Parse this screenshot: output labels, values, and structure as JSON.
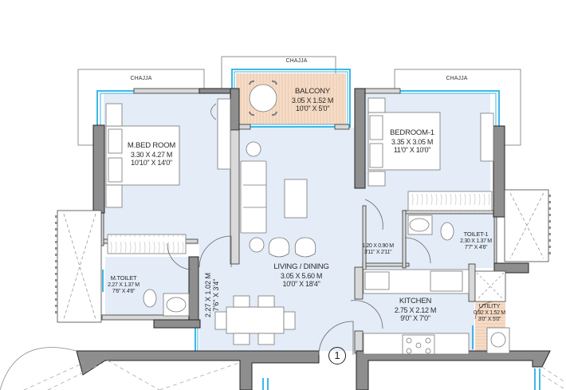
{
  "plan": {
    "type": "2BHK apartment floor plan",
    "colors": {
      "floor_fill": "#e3ecf7",
      "balcony_fill": "#f6dcc7",
      "utility_fill": "#f6dcc7",
      "wall": "#8c8c8c",
      "wall_dark": "#7a7a7a",
      "window_glass": "#3fb7e6",
      "outline": "#555555",
      "furniture": "#ffffff"
    },
    "chajjas": [
      {
        "label": "CHAJJA",
        "position": "top-left"
      },
      {
        "label": "CHAJJA",
        "position": "top-center"
      },
      {
        "label": "CHAJJA",
        "position": "top-right"
      }
    ],
    "rooms": {
      "balcony": {
        "name": "BALCONY",
        "metric": "3.05 X 1.52 M",
        "imperial": "10'0\" X 5'0\""
      },
      "master_bedroom": {
        "name": "M.BED ROOM",
        "metric": "3.30 X 4.27 M",
        "imperial": "10'10\" X 14'0\""
      },
      "bedroom1": {
        "name": "BEDROOM-1",
        "metric": "3.35 X 3.05 M",
        "imperial": "11'0\" X 10'0\""
      },
      "living_dining": {
        "name": "LIVING / DINING",
        "metric": "3.05 X 5.60 M",
        "imperial": "10'0\" X 18'4\""
      },
      "passage": {
        "metric": "1.20 X 0.90 M",
        "imperial": "3'11\" X 2'11\""
      },
      "toilet1": {
        "name": "TOILET-1",
        "metric": "2.30 X 1.37 M",
        "imperial": "7'7\" X 4'6\""
      },
      "master_toilet": {
        "name": "M.TOILET",
        "metric": "2.27 X 1.37 M",
        "imperial": "7'6\" X 4'6\""
      },
      "foyer": {
        "metric": "2.27 X 1.02 M",
        "imperial": "7'6\" X 3'4\""
      },
      "kitchen": {
        "name": "KITCHEN",
        "metric": "2.75 X 2.12 M",
        "imperial": "9'0\" X 7'0\""
      },
      "utility": {
        "name": "UTILITY",
        "metric": "0.92 X 1.52 M",
        "imperial": "3'0\" X 5'0\""
      }
    },
    "entrance_marker": "1"
  }
}
